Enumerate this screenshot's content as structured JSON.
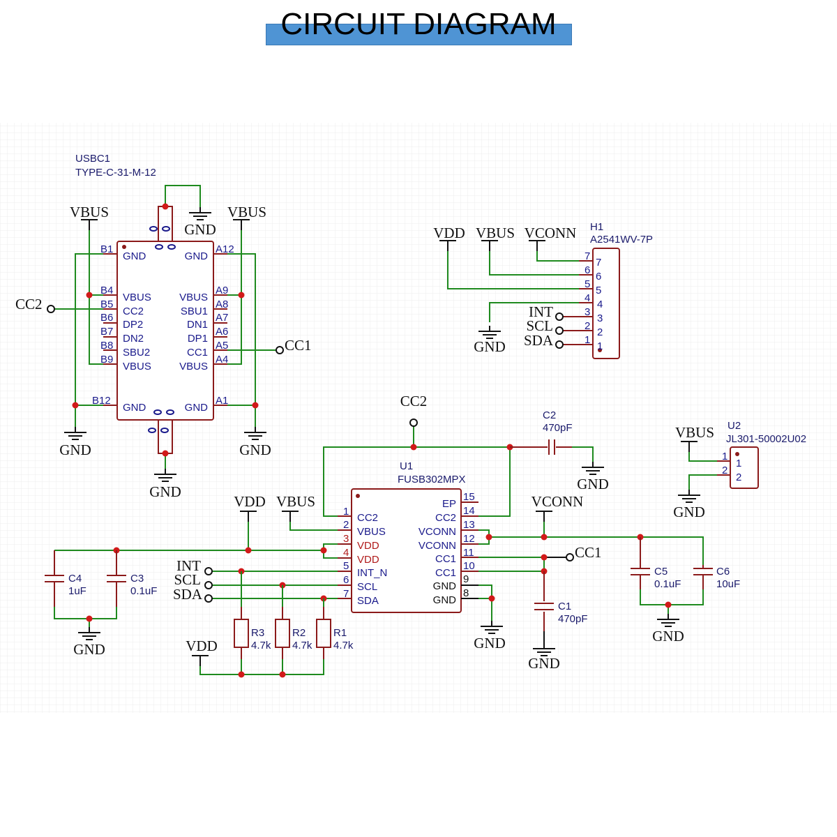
{
  "title": "CIRCUIT DIAGRAM",
  "colors": {
    "title_bar": "#4f94d4",
    "wire": "#1e8a1e",
    "component": "#8b1a1a",
    "junction": "#d11a1a",
    "pin_text": "#1a1a8b",
    "power_pin_text": "#b01a1a"
  },
  "nets": {
    "gnd": "GND",
    "vbus": "VBUS",
    "vdd": "VDD",
    "vconn": "VCONN",
    "cc1": "CC1",
    "cc2": "CC2",
    "int": "INT",
    "scl": "SCL",
    "sda": "SDA"
  },
  "usbc1": {
    "ref": "USBC1",
    "part": "TYPE-C-31-M-12",
    "left_pins": [
      {
        "num": "B1",
        "name": "GND"
      },
      {
        "num": "B4",
        "name": "VBUS"
      },
      {
        "num": "B5",
        "name": "CC2"
      },
      {
        "num": "B6",
        "name": "DP2"
      },
      {
        "num": "B7",
        "name": "DN2"
      },
      {
        "num": "B8",
        "name": "SBU2"
      },
      {
        "num": "B9",
        "name": "VBUS"
      },
      {
        "num": "B12",
        "name": "GND"
      }
    ],
    "right_pins": [
      {
        "num": "A12",
        "name": "GND"
      },
      {
        "num": "A9",
        "name": "VBUS"
      },
      {
        "num": "A8",
        "name": "SBU1"
      },
      {
        "num": "A7",
        "name": "DN1"
      },
      {
        "num": "A6",
        "name": "DP1"
      },
      {
        "num": "A5",
        "name": "CC1"
      },
      {
        "num": "A4",
        "name": "VBUS"
      },
      {
        "num": "A1",
        "name": "GND"
      }
    ]
  },
  "h1": {
    "ref": "H1",
    "part": "A2541WV-7P",
    "pins": [
      {
        "num": "7",
        "net": "VCONN"
      },
      {
        "num": "6",
        "net": "VBUS"
      },
      {
        "num": "5",
        "net": "VDD"
      },
      {
        "num": "4",
        "net": "GND"
      },
      {
        "num": "3",
        "net": "INT"
      },
      {
        "num": "2",
        "net": "SCL"
      },
      {
        "num": "1",
        "net": "SDA"
      }
    ]
  },
  "u1": {
    "ref": "U1",
    "part": "FUSB302MPX",
    "left_pins": [
      {
        "num": "1",
        "name": "CC2"
      },
      {
        "num": "2",
        "name": "VBUS"
      },
      {
        "num": "3",
        "name": "VDD"
      },
      {
        "num": "4",
        "name": "VDD"
      },
      {
        "num": "5",
        "name": "INT_N"
      },
      {
        "num": "6",
        "name": "SCL"
      },
      {
        "num": "7",
        "name": "SDA"
      }
    ],
    "right_pins": [
      {
        "num": "15",
        "name": "EP"
      },
      {
        "num": "14",
        "name": "CC2"
      },
      {
        "num": "13",
        "name": "VCONN"
      },
      {
        "num": "12",
        "name": "VCONN"
      },
      {
        "num": "11",
        "name": "CC1"
      },
      {
        "num": "10",
        "name": "CC1"
      },
      {
        "num": "9",
        "name": "GND"
      },
      {
        "num": "8",
        "name": "GND"
      }
    ]
  },
  "u2": {
    "ref": "U2",
    "part": "JL301-50002U02",
    "pins": [
      {
        "num": "1",
        "net": "VBUS"
      },
      {
        "num": "2",
        "net": "GND"
      }
    ]
  },
  "capacitors": {
    "c1": {
      "ref": "C1",
      "value": "470pF"
    },
    "c2": {
      "ref": "C2",
      "value": "470pF"
    },
    "c3": {
      "ref": "C3",
      "value": "0.1uF"
    },
    "c4": {
      "ref": "C4",
      "value": "1uF"
    },
    "c5": {
      "ref": "C5",
      "value": "0.1uF"
    },
    "c6": {
      "ref": "C6",
      "value": "10uF"
    }
  },
  "resistors": {
    "r1": {
      "ref": "R1",
      "value": "4.7k"
    },
    "r2": {
      "ref": "R2",
      "value": "4.7k"
    },
    "r3": {
      "ref": "R3",
      "value": "4.7k"
    }
  }
}
